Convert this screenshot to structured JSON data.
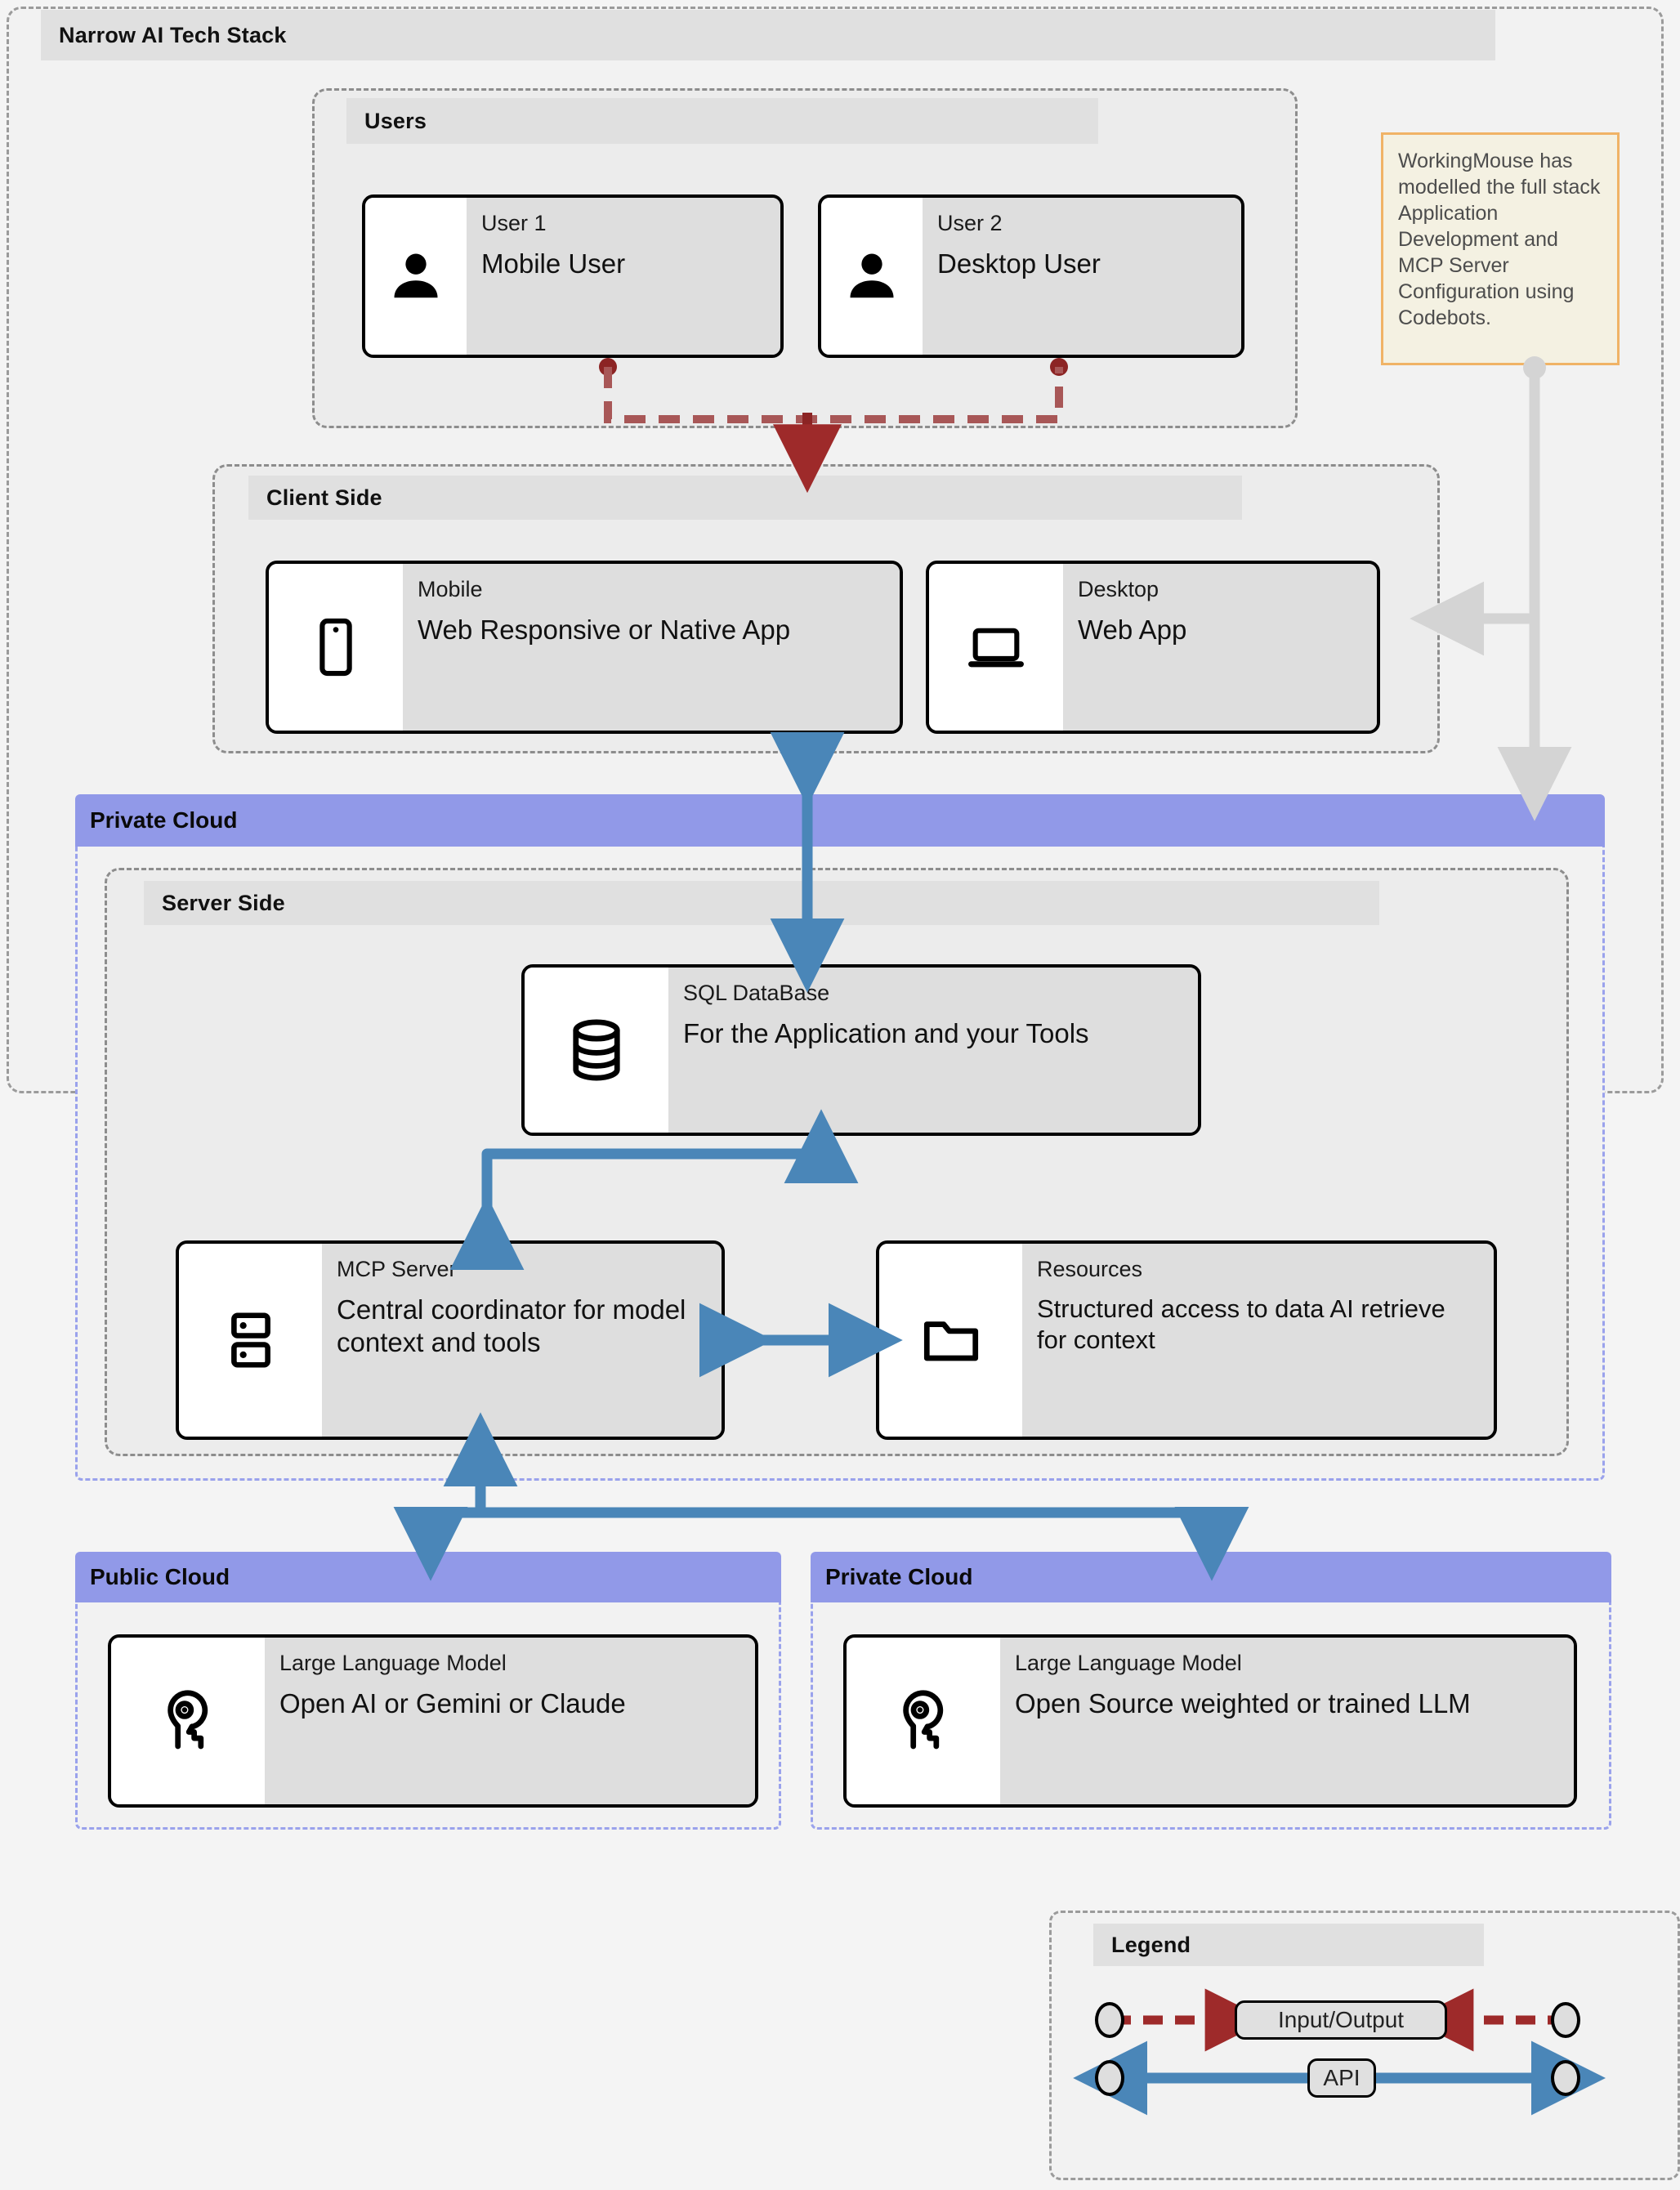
{
  "diagram": {
    "title": "Narrow AI Tech Stack"
  },
  "groups": {
    "users": "Users",
    "client_side": "Client Side",
    "private_cloud_main": "Private Cloud",
    "server_side": "Server Side",
    "public_cloud_llm": "Public Cloud",
    "private_cloud_llm": "Private Cloud",
    "legend": "Legend"
  },
  "note": {
    "text": "WorkingMouse has modelled the full stack Application Development and MCP Server Configuration using Codebots."
  },
  "nodes": {
    "user1": {
      "kicker": "User 1",
      "main": "Mobile User",
      "icon": "user-icon"
    },
    "user2": {
      "kicker": "User 2",
      "main": "Desktop User",
      "icon": "user-icon"
    },
    "mobile": {
      "kicker": "Mobile",
      "main": "Web Responsive or Native App",
      "icon": "phone-icon"
    },
    "desktop": {
      "kicker": "Desktop",
      "main": "Web App",
      "icon": "laptop-icon"
    },
    "sql": {
      "kicker": "SQL DataBase",
      "main": "For the Application and your Tools",
      "icon": "database-icon"
    },
    "mcp": {
      "kicker": "MCP Server",
      "main": "Central coordinator for model context and tools",
      "icon": "server-icon"
    },
    "resources": {
      "kicker": "Resources",
      "main": "Structured access to data AI retrieve for context",
      "icon": "folder-icon"
    },
    "llm_public": {
      "kicker": "Large Language Model",
      "main": "Open AI or Gemini or Claude",
      "icon": "brain-gear-icon"
    },
    "llm_private": {
      "kicker": "Large Language Model",
      "main": "Open Source weighted or trained LLM",
      "icon": "brain-gear-icon"
    }
  },
  "legend_items": {
    "input_output": "Input/Output",
    "api": "API"
  },
  "colors": {
    "cloud_header": "#9199e8",
    "api_arrow": "#4a86b8",
    "io_arrow": "#9e2a2a",
    "note_border": "#f0b366",
    "note_fill": "#f4f1e2",
    "card_border": "#000000",
    "card_fill": "#dedede"
  }
}
